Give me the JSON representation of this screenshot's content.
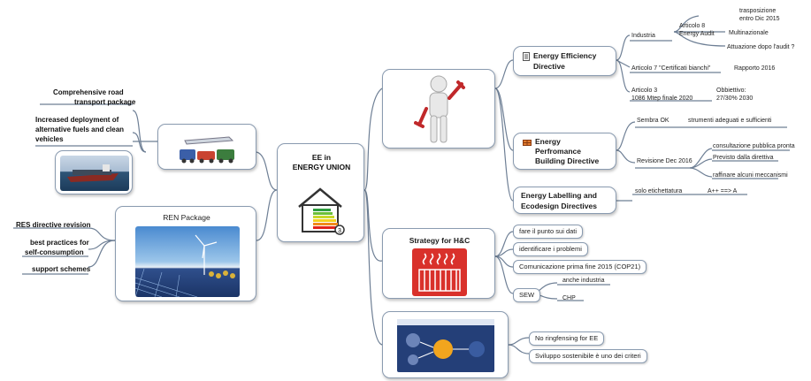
{
  "center": {
    "title": "EE in\nENERGY UNION"
  },
  "left": {
    "transport_lines": [
      "Comprehensive  road",
      "transport package"
    ],
    "fuels_lines": [
      "Increased deployment of",
      "alternative fuels and clean",
      "vehicles"
    ],
    "ren_package": "REN Package",
    "res_revision": "RES directive revision",
    "best_practices_lines": [
      "best practices for",
      "self-consumption"
    ],
    "support_schemes": "support schemes"
  },
  "eed": {
    "title_lines": [
      "Energy Efficiency",
      "Directive"
    ],
    "industria": "Industria",
    "articolo8_lines": [
      "Articolo  8",
      "Energy Audit"
    ],
    "trasposizione_lines": [
      "trasposizione",
      "entro Dic 2015"
    ],
    "multinazionale": "Multinazionale",
    "attuazione": "Attuazione dopo l'audit ?",
    "articolo7": "Articolo 7 \"Certificati bianchi\"",
    "rapporto": "Rapporto 2016",
    "articolo3_lines": [
      "Articolo  3",
      "1086 Mtep finale 2020"
    ],
    "obiettivo_lines": [
      "Obbiettivo:",
      "27/30%  2030"
    ]
  },
  "epbd": {
    "title_lines": [
      "Energy",
      "Perfromance",
      "Building Directive"
    ],
    "sembra_ok": "Sembra OK",
    "strumenti": "strumenti adeguati e sufficienti",
    "revisione": "Revisione Dec 2016",
    "consultazione": "consultazione pubblica pronta",
    "previsto": "Previsto dalla direttiva",
    "raffinare": "raffinare alcuni meccanismi"
  },
  "labelling": {
    "title_lines": [
      "Energy Labelling and",
      "Ecodesign Directives"
    ],
    "solo": "solo etichettatura",
    "app": "A++ ==> A"
  },
  "hc": {
    "title": "Strategy for H&C",
    "items": [
      "fare il punto sui dati",
      "identificare i problemi",
      "Comunicazione prima fine 2015 (COP21)",
      "SEW"
    ],
    "anche": "anche industria",
    "chp": "CHP"
  },
  "bottom": {
    "items": [
      "No ringfensing for EE",
      "Sviluppo sostenibile è uno dei criteri"
    ]
  },
  "colors": {
    "line": "#6e7f95",
    "border": "#8a9bb0",
    "heat_red": "#d9312b"
  }
}
